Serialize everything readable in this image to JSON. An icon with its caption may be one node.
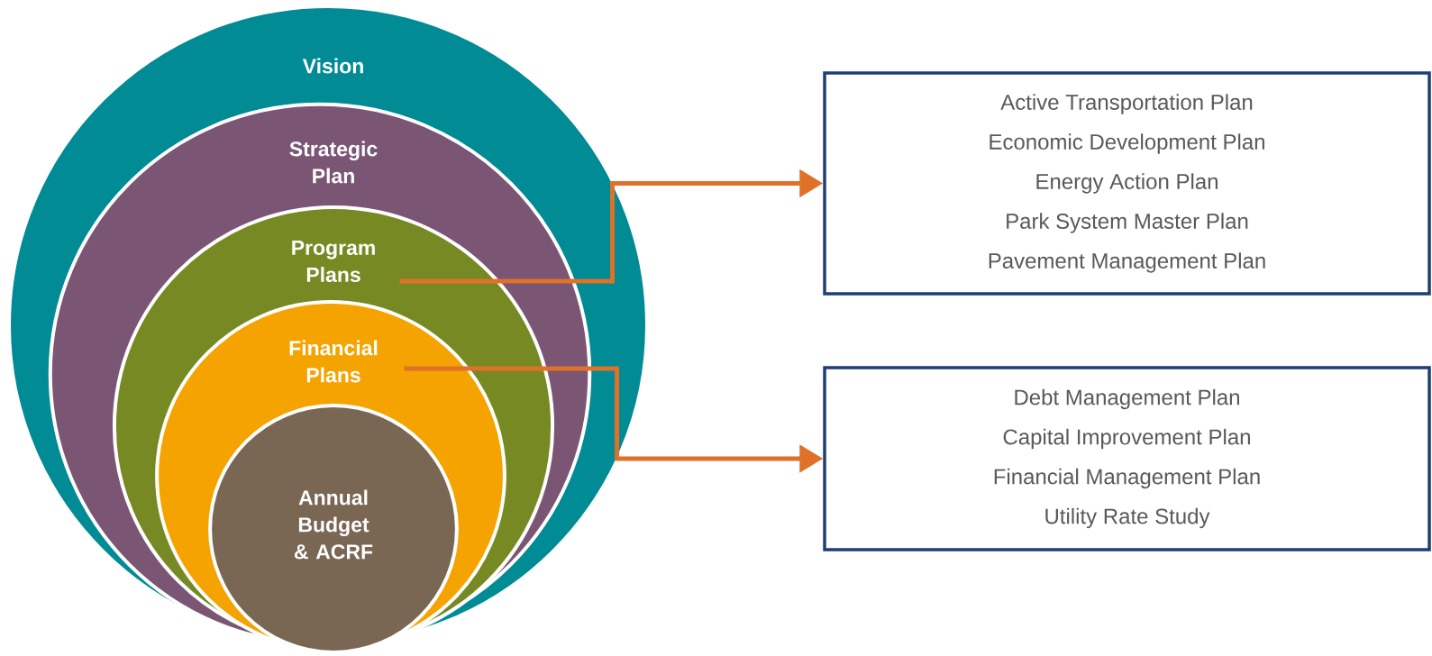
{
  "diagram": {
    "nodes": [
      {
        "text": [
          "Vision"
        ]
      },
      {
        "text": [
          "Strategic Plan"
        ],
        "in": 0
      },
      {
        "text": [
          "Program Plans"
        ],
        "in": 1
      },
      {
        "text": [
          "Financial Plans"
        ],
        "in": 2
      },
      {
        "text": [
          "Annual Budget & ACRF"
        ],
        "in": 3
      },
      {
        "text": [
          "Active Transportation Plan",
          "Economic Development Plan",
          "Energy Action Plan",
          "Park System Master Plan",
          "Pavement Management Plan"
        ]
      },
      {
        "text": [
          "Debt Management Plan",
          "Capital Improvement Plan",
          "Financial Management Plan",
          "Utility Rate Study"
        ]
      }
    ],
    "edges": [
      {
        "from": 2,
        "to": 5,
        "arrow": "to",
        "color": "#e07128"
      },
      {
        "from": 3,
        "to": 6,
        "arrow": "to",
        "color": "#e07128"
      }
    ]
  }
}
